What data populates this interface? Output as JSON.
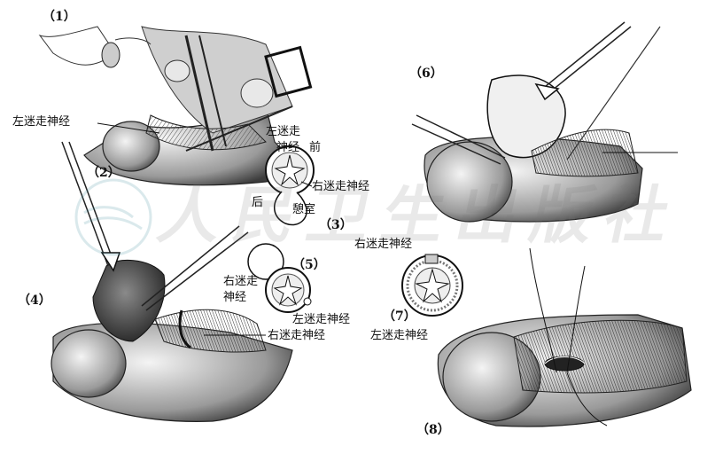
{
  "panels": {
    "p1": "（1）",
    "p2": "（2）",
    "p3": "（3）",
    "p4": "（4）",
    "p5": "（5）",
    "p6": "（6）",
    "p7": "（7）",
    "p8": "（8）"
  },
  "labels": {
    "left_vagus_1": "左迷走神经",
    "p3_left_vagus_line1": "左迷走",
    "p3_left_vagus_line2": "神经",
    "p3_anterior": "前",
    "p3_right_vagus": "右迷走神经",
    "p3_posterior": "后",
    "p3_diverticulum": "憩室",
    "p5_right_vagus_line1": "右迷走",
    "p5_right_vagus_line2": "神经",
    "p5_left_vagus": "左迷走神经",
    "p4_right_vagus": "右迷走神经",
    "p7_right_vagus": "右迷走神经",
    "p7_left_vagus": "左迷走神经"
  },
  "watermark": "人民卫生出版社",
  "colors": {
    "ink": "#111111",
    "shade": "#7a7a7a",
    "light": "#d9d9d9"
  }
}
